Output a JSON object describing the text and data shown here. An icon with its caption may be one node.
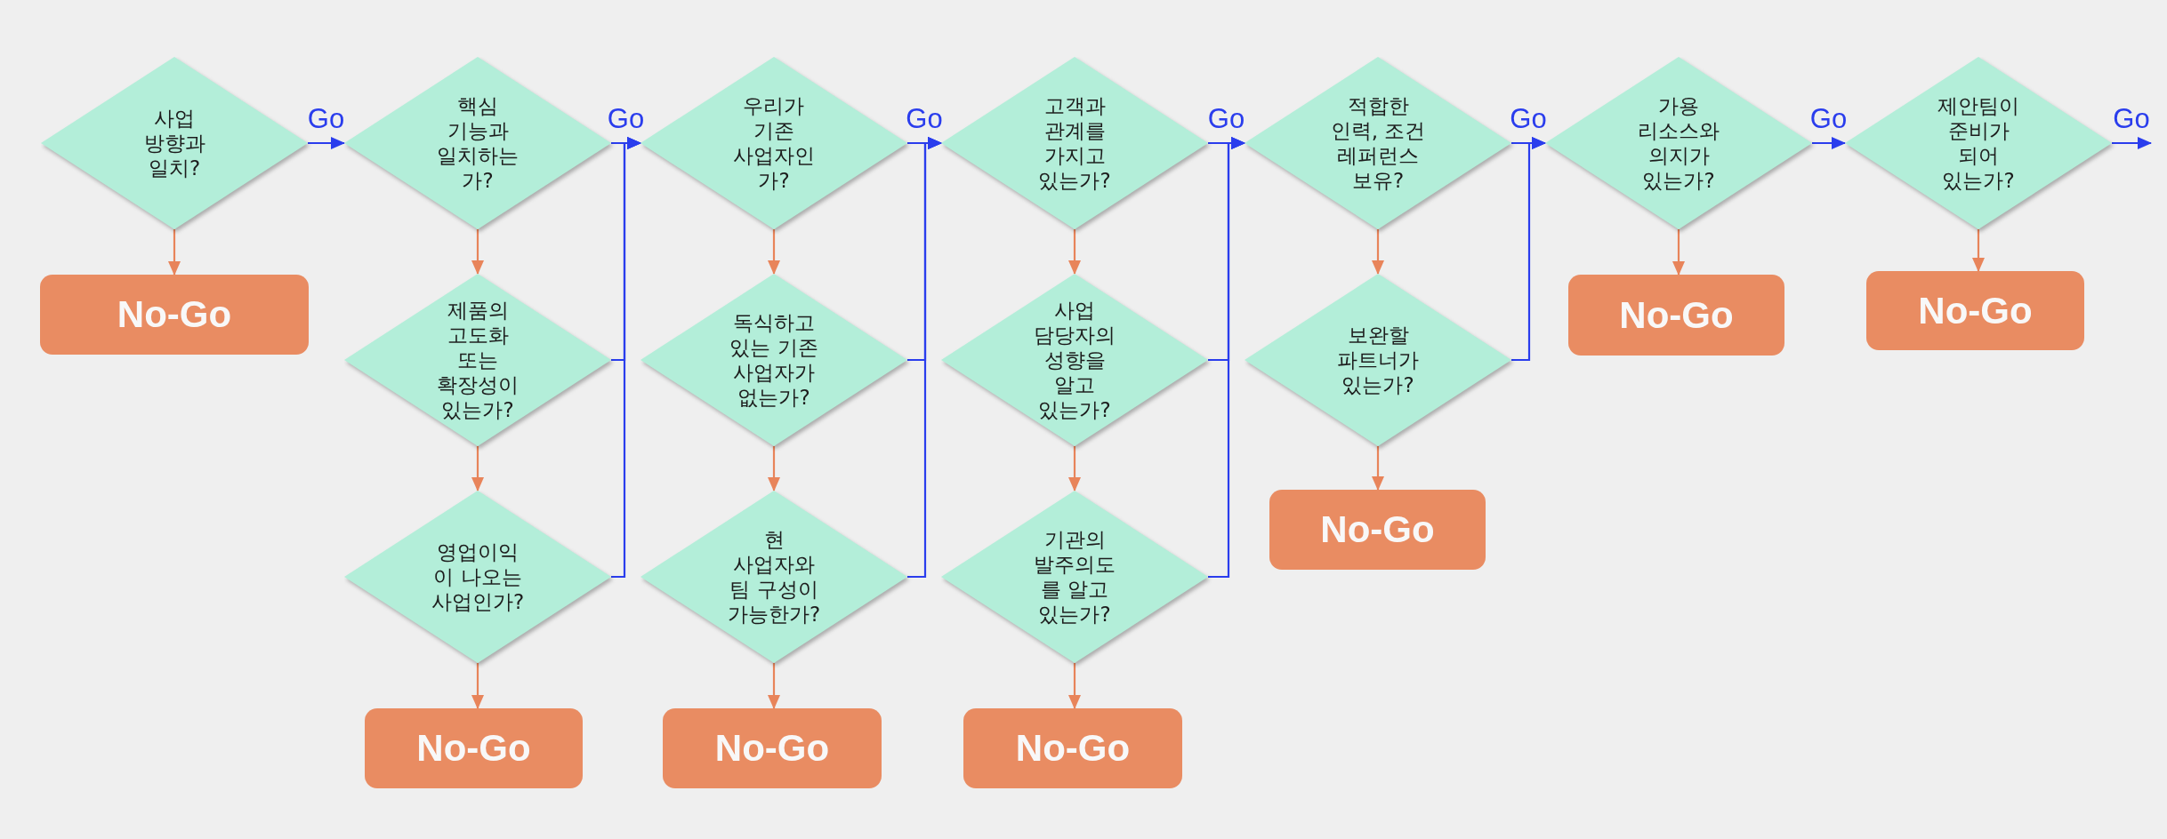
{
  "diagram": {
    "nodes": [
      {
        "text": [
          "사업 방향과 일치?"
        ]
      },
      {
        "text": [
          "No-Go"
        ]
      },
      {
        "text": [
          "핵심 기능과 일치하는가?"
        ]
      },
      {
        "text": [
          "제품의 고도화 또는 확장성이 있는가?"
        ]
      },
      {
        "text": [
          "영업이익이 나오는 사업인가?"
        ]
      },
      {
        "text": [
          "No-Go"
        ]
      },
      {
        "text": [
          "우리가 기존 사업자인가?"
        ]
      },
      {
        "text": [
          "독식하고 있는 기존 사업자가 없는가?"
        ]
      },
      {
        "text": [
          "현 사업자와 팀 구성이 가능한가?"
        ]
      },
      {
        "text": [
          "No-Go"
        ]
      },
      {
        "text": [
          "고객과 관계를 가지고 있는가?"
        ]
      },
      {
        "text": [
          "사업 담당자의 성향을 알고 있는가?"
        ]
      },
      {
        "text": [
          "기관의 발주의도를 알고 있는가?"
        ]
      },
      {
        "text": [
          "No-Go"
        ]
      },
      {
        "text": [
          "적합한 인력, 조건 레퍼런스 보유?"
        ]
      },
      {
        "text": [
          "보완할 파트너가 있는가?"
        ]
      },
      {
        "text": [
          "No-Go"
        ]
      },
      {
        "text": [
          "가용 리소스와 의지가 있는가?"
        ]
      },
      {
        "text": [
          "No-Go"
        ]
      },
      {
        "text": [
          "제안팀이 준비가 되어 있는가?"
        ]
      },
      {
        "text": [
          "No-Go"
        ]
      }
    ],
    "edges": [
      {
        "from": 0,
        "to": 1,
        "arrow": "to",
        "color": "#e8845a"
      },
      {
        "from": 0,
        "to": 2,
        "arrow": "to",
        "label": "Go",
        "color": "#2a3ded"
      },
      {
        "from": 2,
        "to": 3,
        "arrow": "to",
        "color": "#e8845a"
      },
      {
        "from": 3,
        "to": 4,
        "arrow": "to",
        "color": "#e8845a"
      },
      {
        "from": 4,
        "to": 5,
        "arrow": "to",
        "color": "#e8845a"
      },
      {
        "from": 2,
        "to": 6,
        "arrow": "to",
        "label": "Go",
        "color": "#2a3ded"
      },
      {
        "from": 3,
        "to": 6,
        "arrow": "to",
        "color": "#2a3ded"
      },
      {
        "from": 4,
        "to": 6,
        "arrow": "to",
        "color": "#2a3ded"
      },
      {
        "from": 6,
        "to": 7,
        "arrow": "to",
        "color": "#e8845a"
      },
      {
        "from": 7,
        "to": 8,
        "arrow": "to",
        "color": "#e8845a"
      },
      {
        "from": 8,
        "to": 9,
        "arrow": "to",
        "color": "#e8845a"
      },
      {
        "from": 6,
        "to": 10,
        "arrow": "to",
        "label": "Go",
        "color": "#2a3ded"
      },
      {
        "from": 7,
        "to": 10,
        "arrow": "to",
        "color": "#2a3ded"
      },
      {
        "from": 8,
        "to": 10,
        "arrow": "to",
        "color": "#2a3ded"
      },
      {
        "from": 10,
        "to": 11,
        "arrow": "to",
        "color": "#e8845a"
      },
      {
        "from": 11,
        "to": 12,
        "arrow": "to",
        "color": "#e8845a"
      },
      {
        "from": 12,
        "to": 13,
        "arrow": "to",
        "color": "#e8845a"
      },
      {
        "from": 10,
        "to": 14,
        "arrow": "to",
        "label": "Go",
        "color": "#2a3ded"
      },
      {
        "from": 11,
        "to": 14,
        "arrow": "to",
        "color": "#2a3ded"
      },
      {
        "from": 12,
        "to": 14,
        "arrow": "to",
        "color": "#2a3ded"
      },
      {
        "from": 14,
        "to": 15,
        "arrow": "to",
        "color": "#e8845a"
      },
      {
        "from": 15,
        "to": 16,
        "arrow": "to",
        "color": "#e8845a"
      },
      {
        "from": 14,
        "to": 17,
        "arrow": "to",
        "label": "Go",
        "color": "#2a3ded"
      },
      {
        "from": 15,
        "to": 17,
        "arrow": "to",
        "color": "#2a3ded"
      },
      {
        "from": 17,
        "to": 18,
        "arrow": "to",
        "color": "#e8845a"
      },
      {
        "from": 17,
        "to": 19,
        "arrow": "to",
        "label": "Go",
        "color": "#2a3ded"
      },
      {
        "from": 19,
        "to": 20,
        "arrow": "to",
        "color": "#e8845a"
      },
      {
        "from": 19,
        "to": null,
        "arrow": "to",
        "label": "Go",
        "color": "#2a3ded"
      }
    ]
  }
}
